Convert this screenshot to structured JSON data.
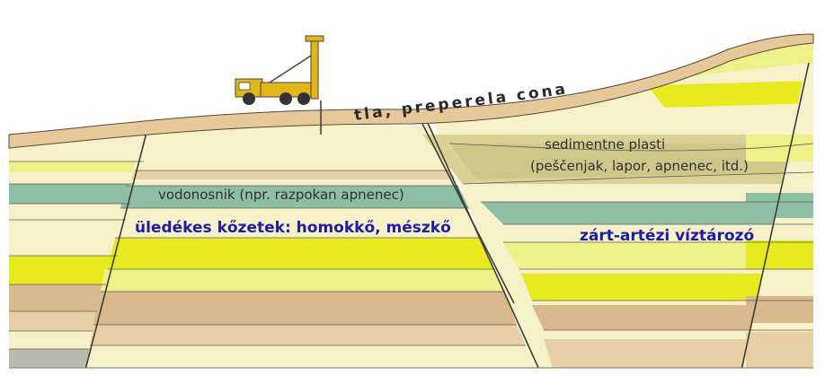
{
  "labels": {
    "soil_zone": "tla, preperela cona",
    "sedimentary_1": "sedimentne plasti",
    "sedimentary_2": "(peščenjak, lapor, apnenec, itd.)",
    "aquifer": "vodonosnik (npr. razpokan apnenec)",
    "rocks": "üledékes kőzetek: homokkő, mészkő",
    "artesian": "zárt-artézi víztározó"
  },
  "colors": {
    "light_cream": "#f6f1c8",
    "bright_yellow": "#e7ea1e",
    "pale_yellow": "#eef08a",
    "teal_aquifer": "#8fbfa3",
    "tan": "#d8b88c",
    "light_tan": "#e8d0a6",
    "gray_base": "#b9b9ae",
    "soil": "#e6c89a",
    "label_blue": "#1c1ca8"
  },
  "icons": [
    "drilling-rig-icon"
  ]
}
